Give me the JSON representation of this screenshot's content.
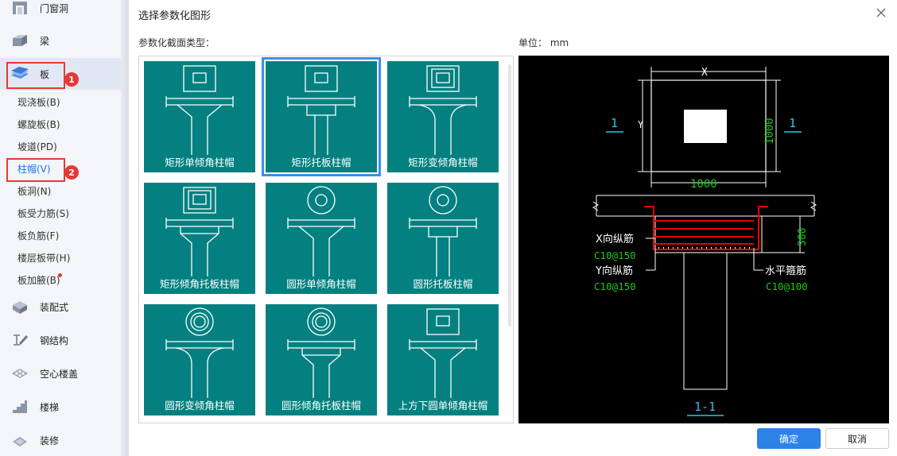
{
  "sidebar": {
    "categories": {
      "opening": {
        "label": "门窗洞",
        "icon": "door-window-icon"
      },
      "beam": {
        "label": "梁",
        "icon": "beam-icon"
      },
      "slab": {
        "label": "板",
        "icon": "slab-icon"
      },
      "prefab": {
        "label": "装配式",
        "icon": "prefab-icon"
      },
      "steel": {
        "label": "钢结构",
        "icon": "steel-structure-icon"
      },
      "hollow": {
        "label": "空心楼盖",
        "icon": "hollow-floor-icon"
      },
      "stair": {
        "label": "楼梯",
        "icon": "stair-icon"
      },
      "decor": {
        "label": "装修",
        "icon": "decoration-icon"
      }
    },
    "slab_items": [
      "现浇板(B)",
      "螺旋板(B)",
      "坡道(PD)",
      "柱帽(V)",
      "板洞(N)",
      "板受力筋(S)",
      "板负筋(F)",
      "楼层板带(H)",
      "板加腋(B)"
    ],
    "badges": {
      "first": "1",
      "second": "2"
    }
  },
  "dialog": {
    "title": "选择参数化图形",
    "section_label": "参数化截面类型：",
    "unit_label": "单位：  mm",
    "close_icon": "close-icon",
    "ok_label": "确定",
    "cancel_label": "取消"
  },
  "shapes": [
    {
      "caption": "矩形单倾角柱帽",
      "selected": false
    },
    {
      "caption": "矩形托板柱帽",
      "selected": true
    },
    {
      "caption": "矩形变倾角柱帽",
      "selected": false
    },
    {
      "caption": "矩形倾角托板柱帽",
      "selected": false
    },
    {
      "caption": "圆形单倾角柱帽",
      "selected": false
    },
    {
      "caption": "圆形托板柱帽",
      "selected": false
    },
    {
      "caption": "圆形变倾角柱帽",
      "selected": false
    },
    {
      "caption": "圆形倾角托板柱帽",
      "selected": false
    },
    {
      "caption": "上方下圆单倾角柱帽",
      "selected": false
    }
  ],
  "preview": {
    "dim_x": "X",
    "dim_y": "Y",
    "width_value": "1000",
    "height_value": "1000",
    "section_mark": "1",
    "depth_value": "300",
    "x_bar_label": "X向纵筋",
    "x_bar_value": "C10@150",
    "y_bar_label": "Y向纵筋",
    "y_bar_value": "C10@150",
    "stirrup_label": "水平箍筋",
    "stirrup_value": "C10@100",
    "section_title": "1-1"
  },
  "colors": {
    "tile": "#048080",
    "accent": "#2c82e5",
    "badge": "#e53935",
    "preview_bg": "#000000",
    "rebar": "#e60000",
    "dim_green": "#19c819",
    "mark_cyan": "#2cc6e6"
  }
}
